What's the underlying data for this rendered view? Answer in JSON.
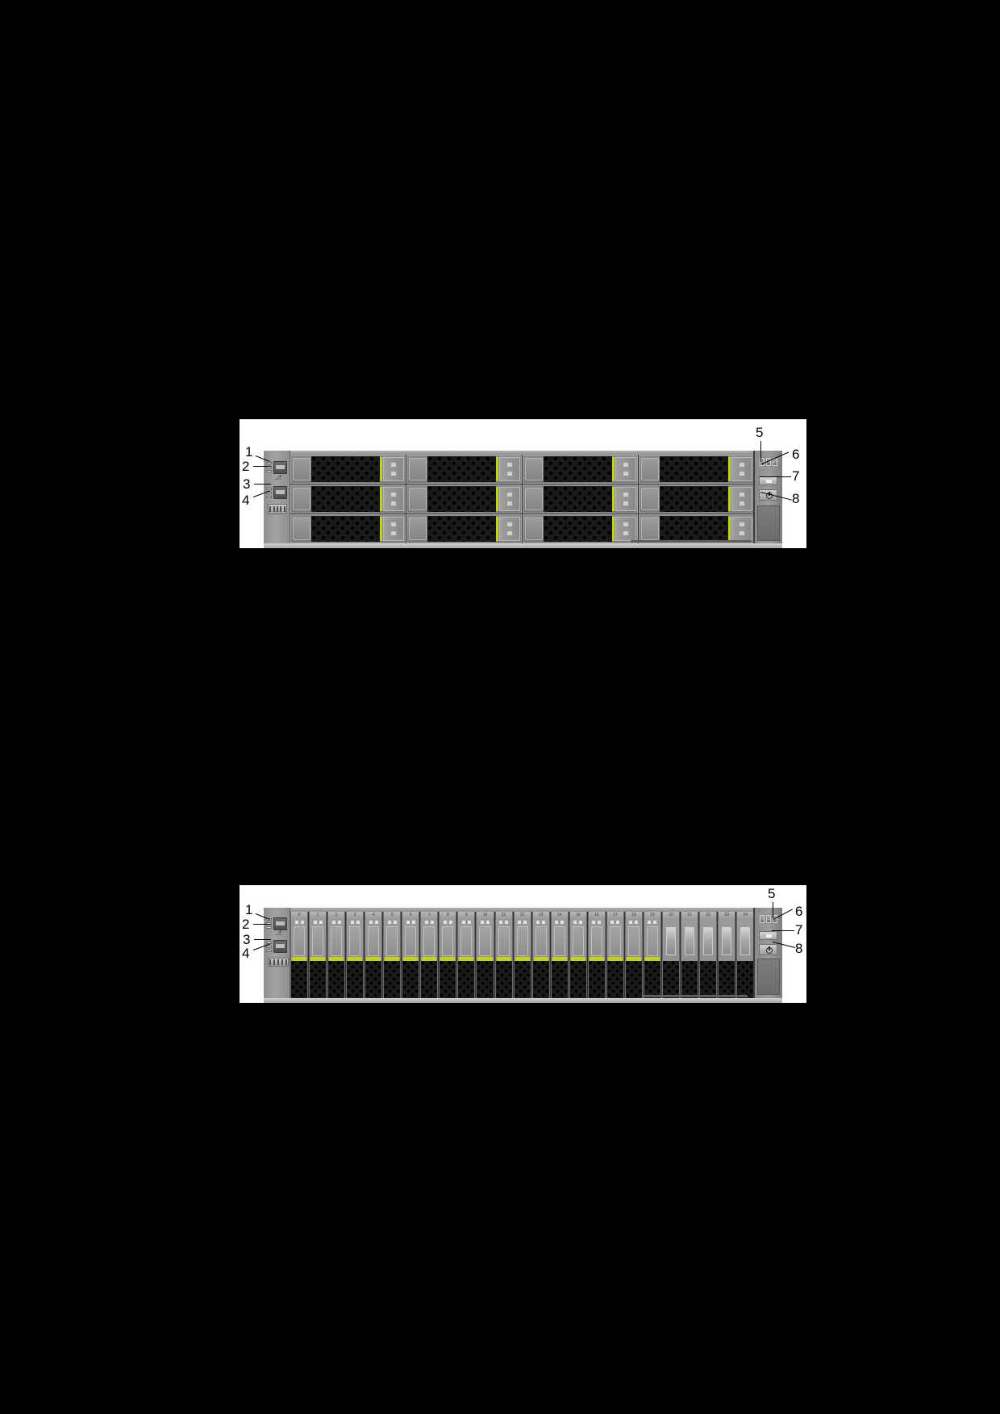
{
  "page": {
    "background_color": "#000000",
    "panel_color": "#ffffff"
  },
  "figures": [
    {
      "id": "figure-1",
      "name": "server-front-view-12-lff",
      "drive_form_factor": "3.5-inch",
      "bay_rows": 3,
      "bays_per_row": 4,
      "total_bays": 12,
      "accent_color": "#c2d01f",
      "chassis_color": "#8d8d8d",
      "callouts": [
        {
          "num": "1",
          "target": "indicator-led-upper"
        },
        {
          "num": "2",
          "target": "usb-port-upper"
        },
        {
          "num": "3",
          "target": "indicator-led-lower"
        },
        {
          "num": "4",
          "target": "usb-port-lower"
        },
        {
          "num": "5",
          "target": "diagnostic-display"
        },
        {
          "num": "6",
          "target": "status-led-panel"
        },
        {
          "num": "7",
          "target": "uid-button"
        },
        {
          "num": "8",
          "target": "power-button"
        }
      ]
    },
    {
      "id": "figure-2",
      "name": "server-front-view-25-sff",
      "drive_form_factor": "2.5-inch",
      "bay_rows": 1,
      "total_bays": 25,
      "populated_bays": 20,
      "blank_bays": 5,
      "accent_color": "#c2d01f",
      "chassis_color": "#8d8d8d",
      "bay_numbers": [
        "0",
        "1",
        "2",
        "3",
        "4",
        "5",
        "6",
        "7",
        "8",
        "9",
        "10",
        "11",
        "12",
        "13",
        "14",
        "15",
        "16",
        "17",
        "18",
        "19",
        "20",
        "21",
        "22",
        "23",
        "24"
      ],
      "callouts": [
        {
          "num": "1",
          "target": "indicator-led-upper"
        },
        {
          "num": "2",
          "target": "usb-port-upper"
        },
        {
          "num": "3",
          "target": "indicator-led-lower"
        },
        {
          "num": "4",
          "target": "usb-port-lower"
        },
        {
          "num": "5",
          "target": "diagnostic-display"
        },
        {
          "num": "6",
          "target": "status-led-panel"
        },
        {
          "num": "7",
          "target": "uid-button"
        },
        {
          "num": "8",
          "target": "power-button"
        }
      ]
    }
  ],
  "control_panel": {
    "segment_display_digits": [
      "8",
      "8",
      "8"
    ],
    "usb_glyph": "⎇"
  }
}
